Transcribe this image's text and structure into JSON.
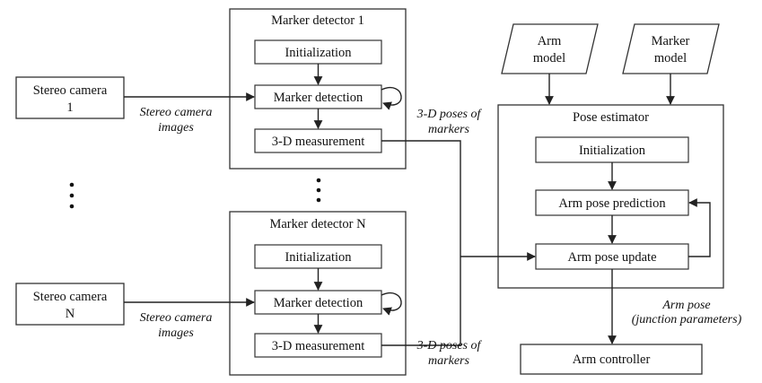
{
  "cameras": {
    "cam1": [
      "Stereo camera",
      "1"
    ],
    "camN": [
      "Stereo camera",
      "N"
    ]
  },
  "detectors": {
    "det1": {
      "title": "Marker detector 1",
      "init": "Initialization",
      "detect": "Marker detection",
      "measure": "3-D measurement"
    },
    "detN": {
      "title": "Marker detector N",
      "init": "Initialization",
      "detect": "Marker detection",
      "measure": "3-D measurement"
    }
  },
  "models": {
    "arm": [
      "Arm",
      "model"
    ],
    "marker": [
      "Marker",
      "model"
    ]
  },
  "estimator": {
    "title": "Pose estimator",
    "init": "Initialization",
    "predict": "Arm pose prediction",
    "update": "Arm pose update"
  },
  "controller": "Arm controller",
  "edge_labels": {
    "images_1": [
      "Stereo camera",
      "images"
    ],
    "images_N": [
      "Stereo camera",
      "images"
    ],
    "poses_1": [
      "3-D poses of",
      "markers"
    ],
    "poses_N": [
      "3-D poses of",
      "markers"
    ],
    "arm_pose": [
      "Arm pose",
      "(junction parameters)"
    ]
  },
  "colors": {
    "stroke": "#333333",
    "text": "#111111",
    "background": "#ffffff"
  }
}
